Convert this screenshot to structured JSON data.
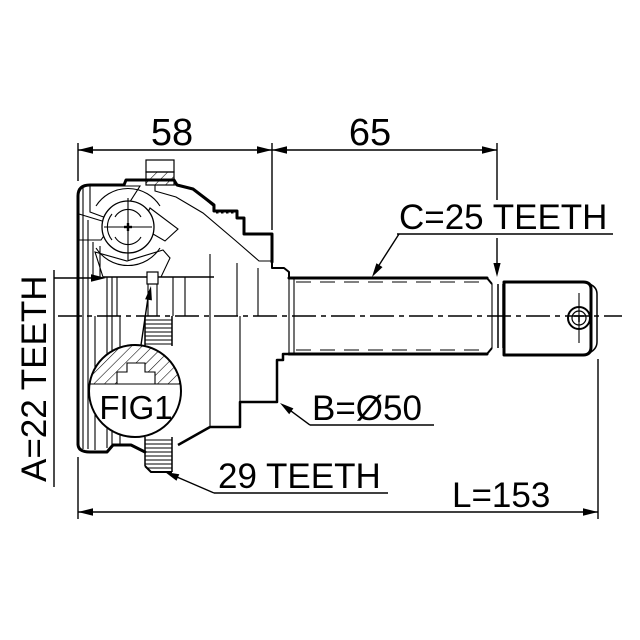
{
  "drawing": {
    "figure_label": "FIG1",
    "dim_joint_width": "58",
    "dim_spline_length": "65",
    "label_shaft_spline": "C=25 TEETH",
    "label_inner_spline": "A=22 TEETH",
    "label_outer_diameter": "B=Ø50",
    "label_stub_spline": "29 TEETH",
    "dim_overall_length": "L=153"
  },
  "colors": {
    "line": "#000000",
    "background": "#ffffff"
  }
}
